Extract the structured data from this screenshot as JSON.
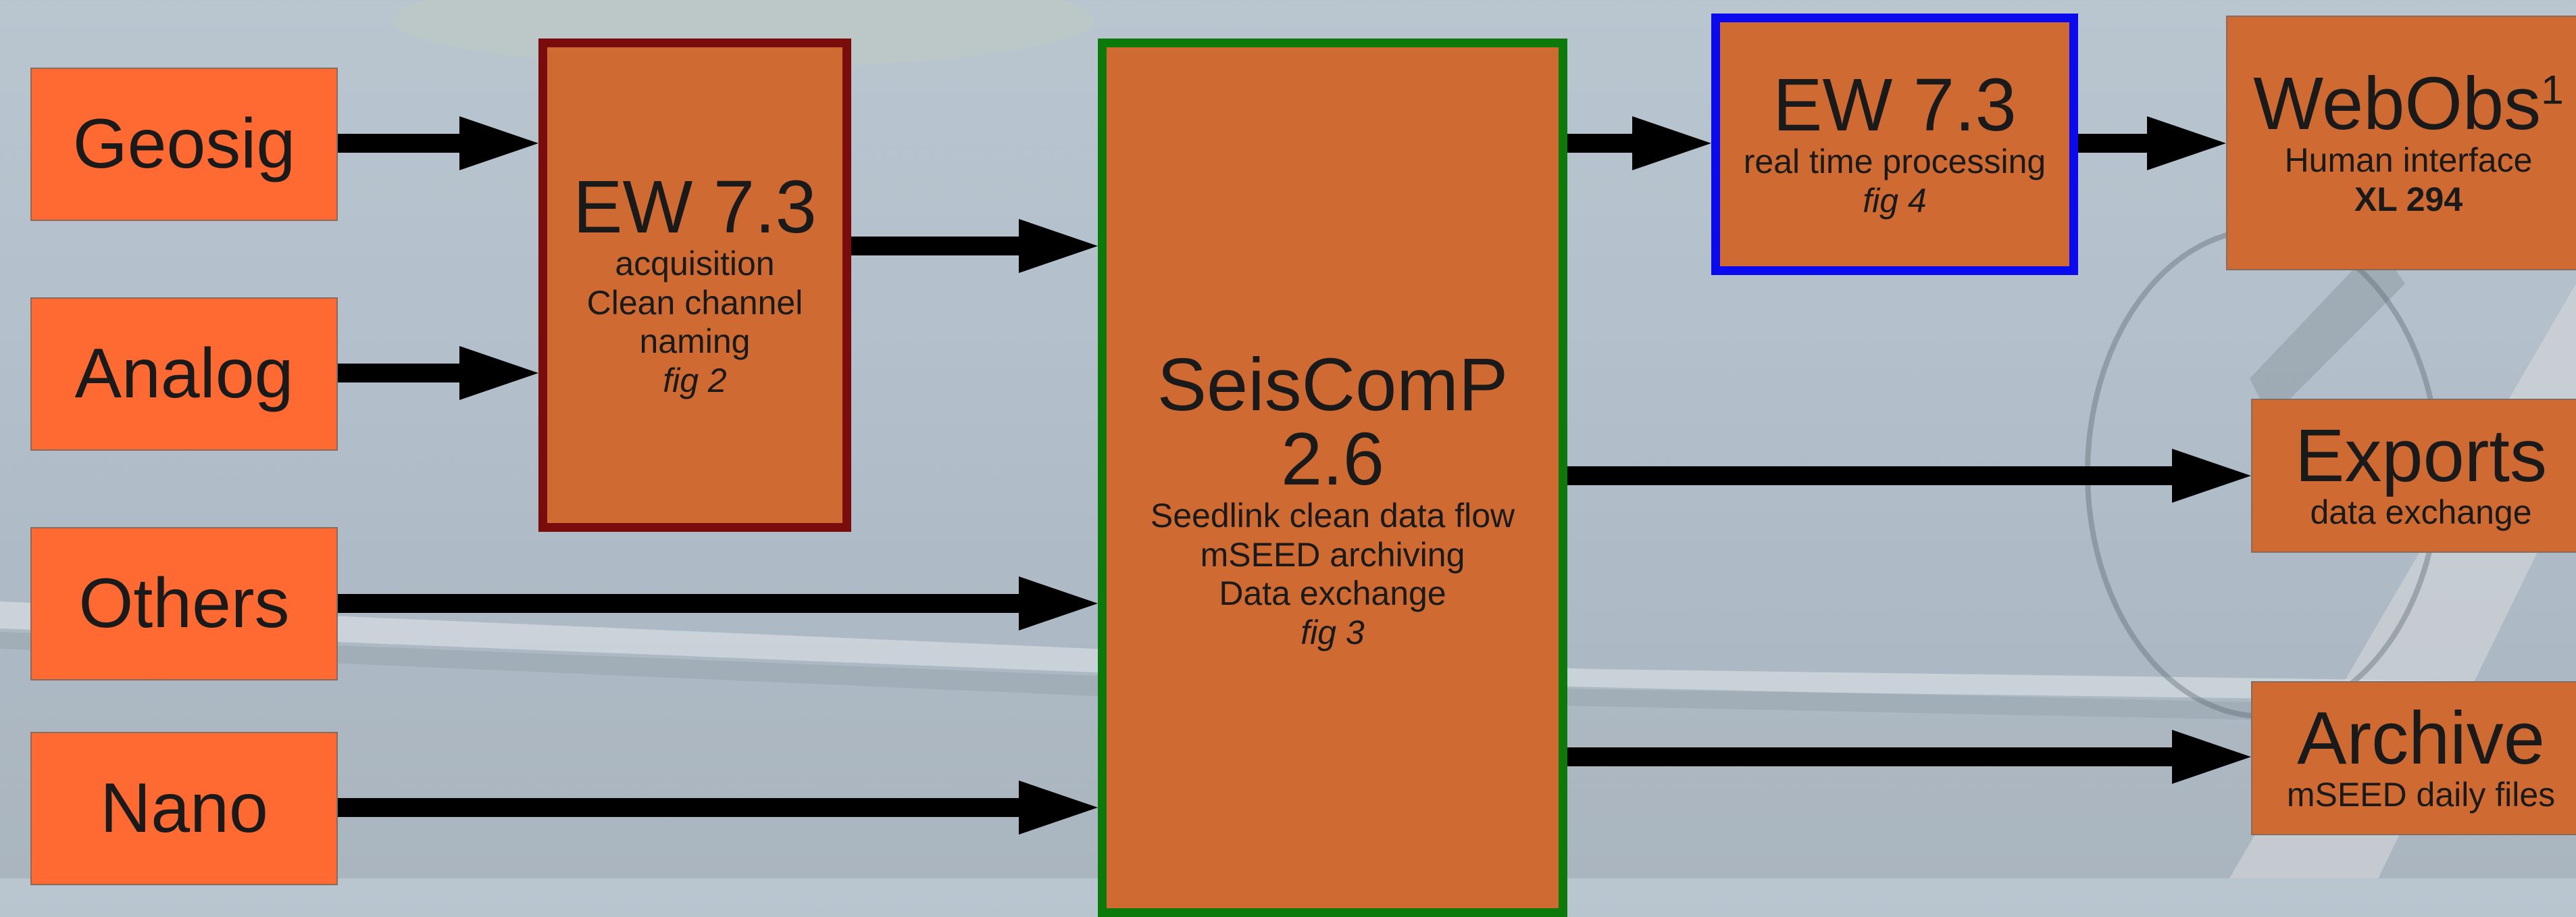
{
  "diagram": {
    "sources": [
      {
        "id": "geosig",
        "label": "Geosig"
      },
      {
        "id": "analog",
        "label": "Analog"
      },
      {
        "id": "others",
        "label": "Others"
      },
      {
        "id": "nano",
        "label": "Nano"
      }
    ],
    "acquisition": {
      "title": "EW 7.3",
      "lines": [
        "acquisition",
        "Clean channel",
        "naming"
      ],
      "fig": "fig 2"
    },
    "seiscomp": {
      "title": "SeisComP 2.6",
      "lines": [
        "Seedlink clean data flow",
        "mSEED archiving",
        "Data exchange"
      ],
      "fig": "fig 3"
    },
    "realtime": {
      "title": "EW 7.3",
      "line": "real time processing",
      "fig": "fig 4"
    },
    "webobs": {
      "title": "WebObs",
      "sup": "1",
      "line": "Human interface",
      "bold": "XL 294"
    },
    "exports": {
      "title": "Exports",
      "line": "data exchange"
    },
    "archive": {
      "title": "Archive",
      "line": "mSEED daily files"
    },
    "colors": {
      "source_fill": "#ff6a33",
      "box_fill": "#d06a33",
      "acquisition_border": "#7a0c0c",
      "seiscomp_border": "#0b7a0b",
      "realtime_border": "#0a0aee",
      "arrow": "#000000"
    }
  }
}
